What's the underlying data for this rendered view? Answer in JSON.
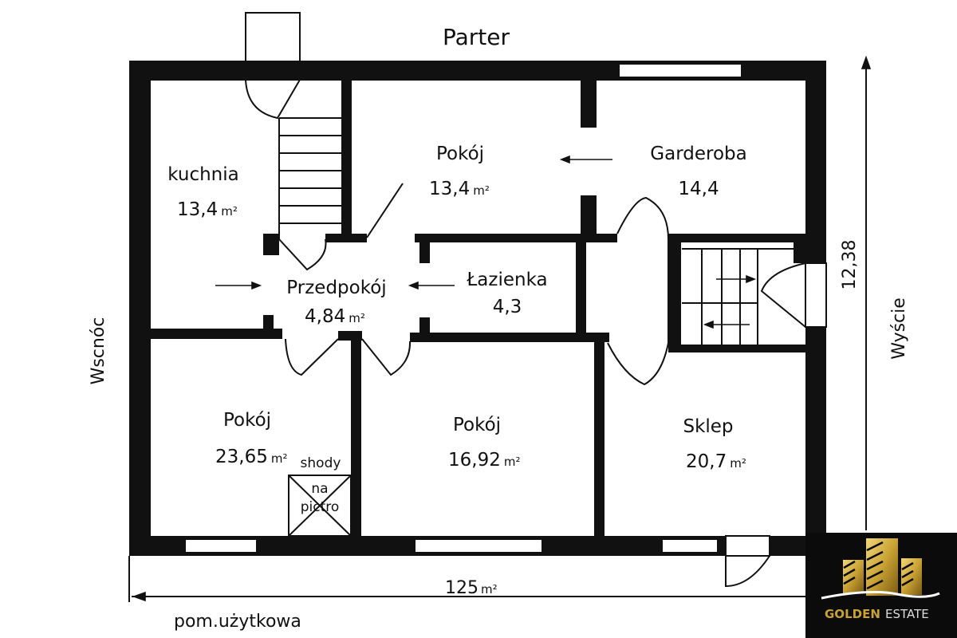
{
  "title": "Parter",
  "rooms": [
    {
      "name": "kuchnia",
      "area": "13,4",
      "unit": "m²"
    },
    {
      "name": "Pokój",
      "area": "13,4",
      "unit": "m²"
    },
    {
      "name": "Garderoba",
      "area": "14,4"
    },
    {
      "name": "Przedpokój",
      "area": "4,84",
      "unit": "m²"
    },
    {
      "name": "Łazienka",
      "area": "4,3"
    },
    {
      "name": "Pokój",
      "area": "23,65",
      "unit": "m²"
    },
    {
      "name": "Pokój",
      "area": "16,92",
      "unit": "m²"
    },
    {
      "name": "Sklep",
      "area": "20,7",
      "unit": "m²"
    }
  ],
  "stairs_note": {
    "line1": "shody",
    "line2": "na",
    "line3": "pictro"
  },
  "labels": {
    "left": "Wscnóc",
    "right": "Wyście",
    "height_dim": "12,38",
    "total_area": "125",
    "total_unit": "m²",
    "usable": "pom.użytkowa"
  },
  "logo": {
    "text_bold": "GOLDEN",
    "text_light": "ESTATE",
    "gold": "#c9a233"
  }
}
